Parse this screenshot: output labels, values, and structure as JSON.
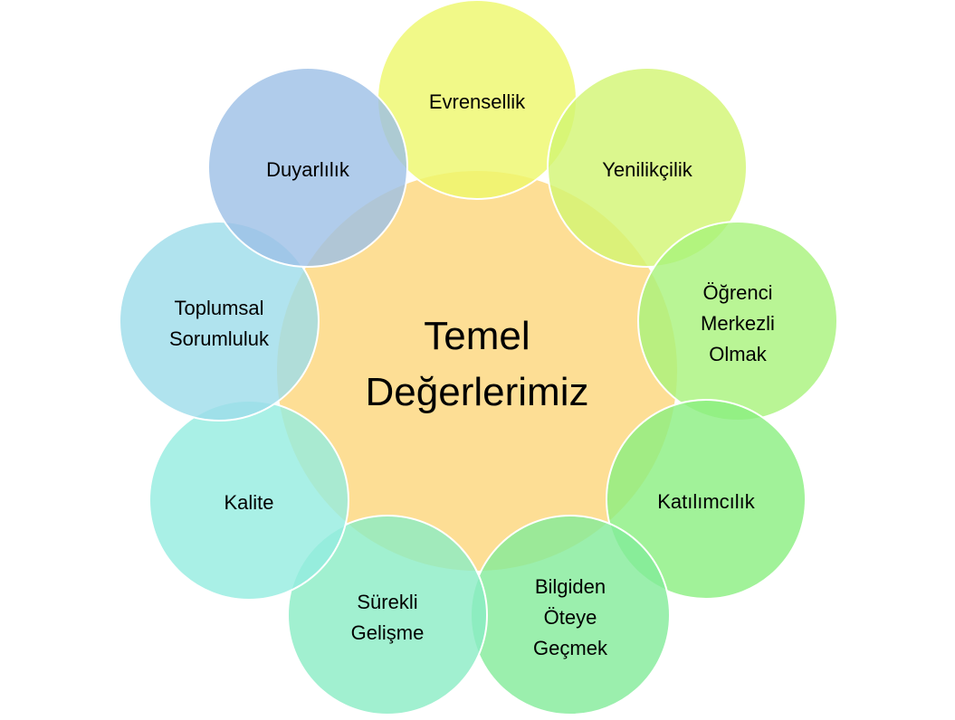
{
  "center": {
    "line1": "Temel",
    "line2": "Değerlerimiz",
    "color": "#fcd67a"
  },
  "values": [
    {
      "lines": [
        "Evrensellik"
      ],
      "color": "#eef76a"
    },
    {
      "lines": [
        "Yenilikçilik"
      ],
      "color": "#d2f572"
    },
    {
      "lines": [
        "Öğrenci",
        "Merkezli",
        "Olmak"
      ],
      "color": "#a8f27a"
    },
    {
      "lines": [
        "Katılımcılık"
      ],
      "color": "#8aef80"
    },
    {
      "lines": [
        "Bilgiden",
        "Öteye",
        "Geçmek"
      ],
      "color": "#82eb98"
    },
    {
      "lines": [
        "Sürekli",
        "Gelişme"
      ],
      "color": "#8aecc4"
    },
    {
      "lines": [
        "Kalite"
      ],
      "color": "#94ece0"
    },
    {
      "lines": [
        "Toplumsal",
        "Sorumluluk"
      ],
      "color": "#9cdcea"
    },
    {
      "lines": [
        "Duyarlılık"
      ],
      "color": "#9cbfe6"
    }
  ]
}
